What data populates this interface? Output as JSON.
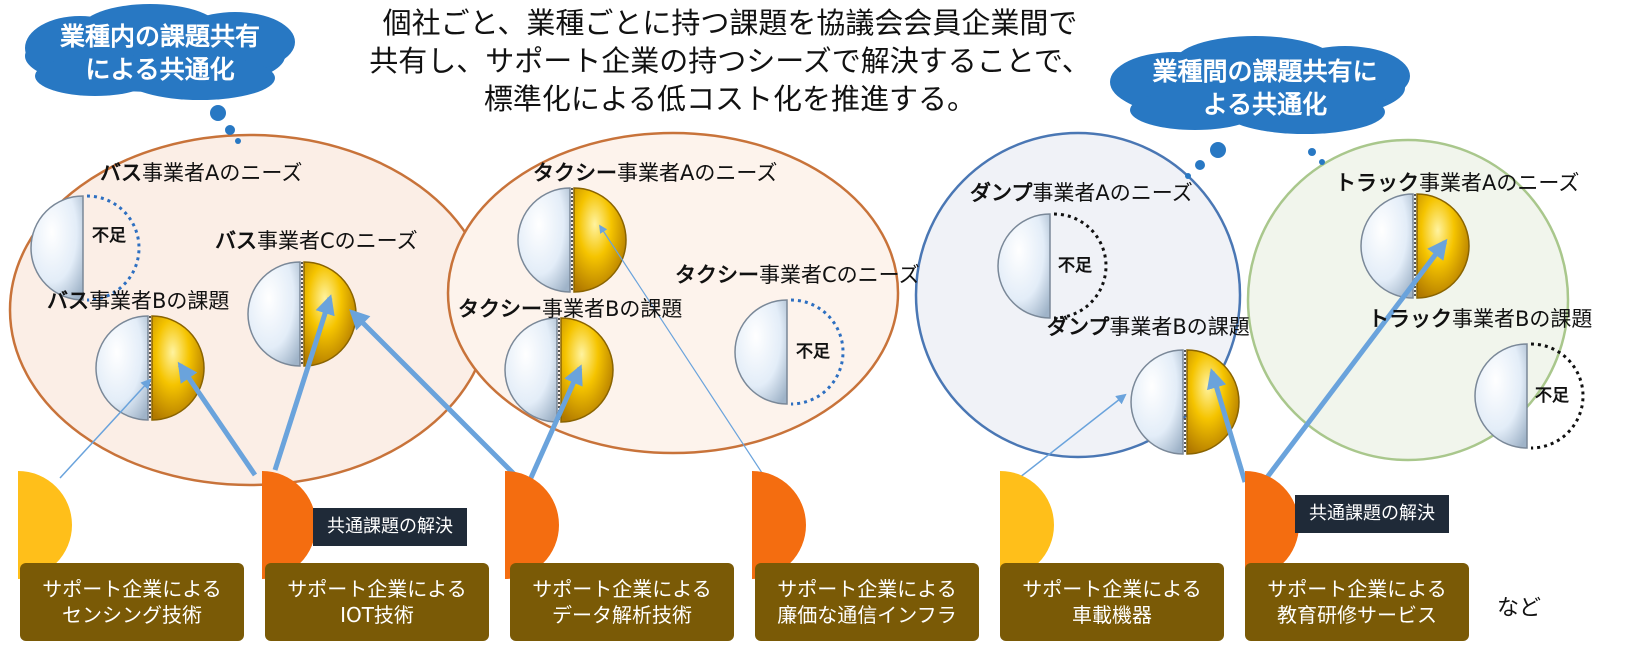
{
  "title_lines": [
    "個社ごと、業種ごとに持つ課題を協議会会員企業間で",
    "共有し、サポート企業の持つシーズで解決することで、",
    "標準化による低コスト化を推進する。"
  ],
  "clouds": [
    {
      "lines": [
        "業種内の課題共有",
        "による共通化"
      ]
    },
    {
      "lines": [
        "業種間の課題共有に",
        "よる共通化"
      ]
    }
  ],
  "labels": {
    "bus_a": {
      "bold": "バス",
      "rest": "事業者Aのニーズ"
    },
    "bus_b": {
      "bold": "バス",
      "rest": "事業者Bの課題"
    },
    "bus_c": {
      "bold": "バス",
      "rest": "事業者Cのニーズ"
    },
    "taxi_a": {
      "bold": "タクシー",
      "rest": "事業者Aのニーズ"
    },
    "taxi_b": {
      "bold": "タクシー",
      "rest": "事業者Bの課題"
    },
    "taxi_c": {
      "bold": "タクシー",
      "rest": "事業者Cのニーズ"
    },
    "dump_a": {
      "bold": "ダンプ",
      "rest": "事業者Aのニーズ"
    },
    "dump_b": {
      "bold": "ダンプ",
      "rest": "事業者Bの課題"
    },
    "truck_a": {
      "bold": "トラック",
      "rest": "事業者Aのニーズ"
    },
    "truck_b": {
      "bold": "トラック",
      "rest": "事業者Bの課題"
    }
  },
  "shortage": "不足",
  "solution_banner": "共通課題の解決",
  "support_boxes": [
    {
      "line1": "サポート企業による",
      "line2": "センシング技術"
    },
    {
      "line1": "サポート企業による",
      "line2": "IOT技術"
    },
    {
      "line1": "サポート企業による",
      "line2": "データ解析技術"
    },
    {
      "line1": "サポート企業による",
      "line2": "廉価な通信インフラ"
    },
    {
      "line1": "サポート企業による",
      "line2": "車載機器"
    },
    {
      "line1": "サポート企業による",
      "line2": "教育研修サービス"
    }
  ],
  "etc": "など",
  "colors": {
    "bus_fill": "#fbeee6",
    "bus_edge": "#c8733a",
    "taxi_fill": "#fdf3ec",
    "taxi_edge": "#c8733a",
    "dump_fill": "#f0f2f7",
    "dump_edge": "#4a77b4",
    "truck_fill": "#f1f5ec",
    "truck_edge": "#a9c78c",
    "cloud": "#2878c3",
    "arrow": "#6aa3dc",
    "gold": "#f0b400",
    "orange": "#f46d10",
    "yellow_seed": "#ffbf1a",
    "box": "#7a5a06",
    "banner": "#1f2a38"
  }
}
